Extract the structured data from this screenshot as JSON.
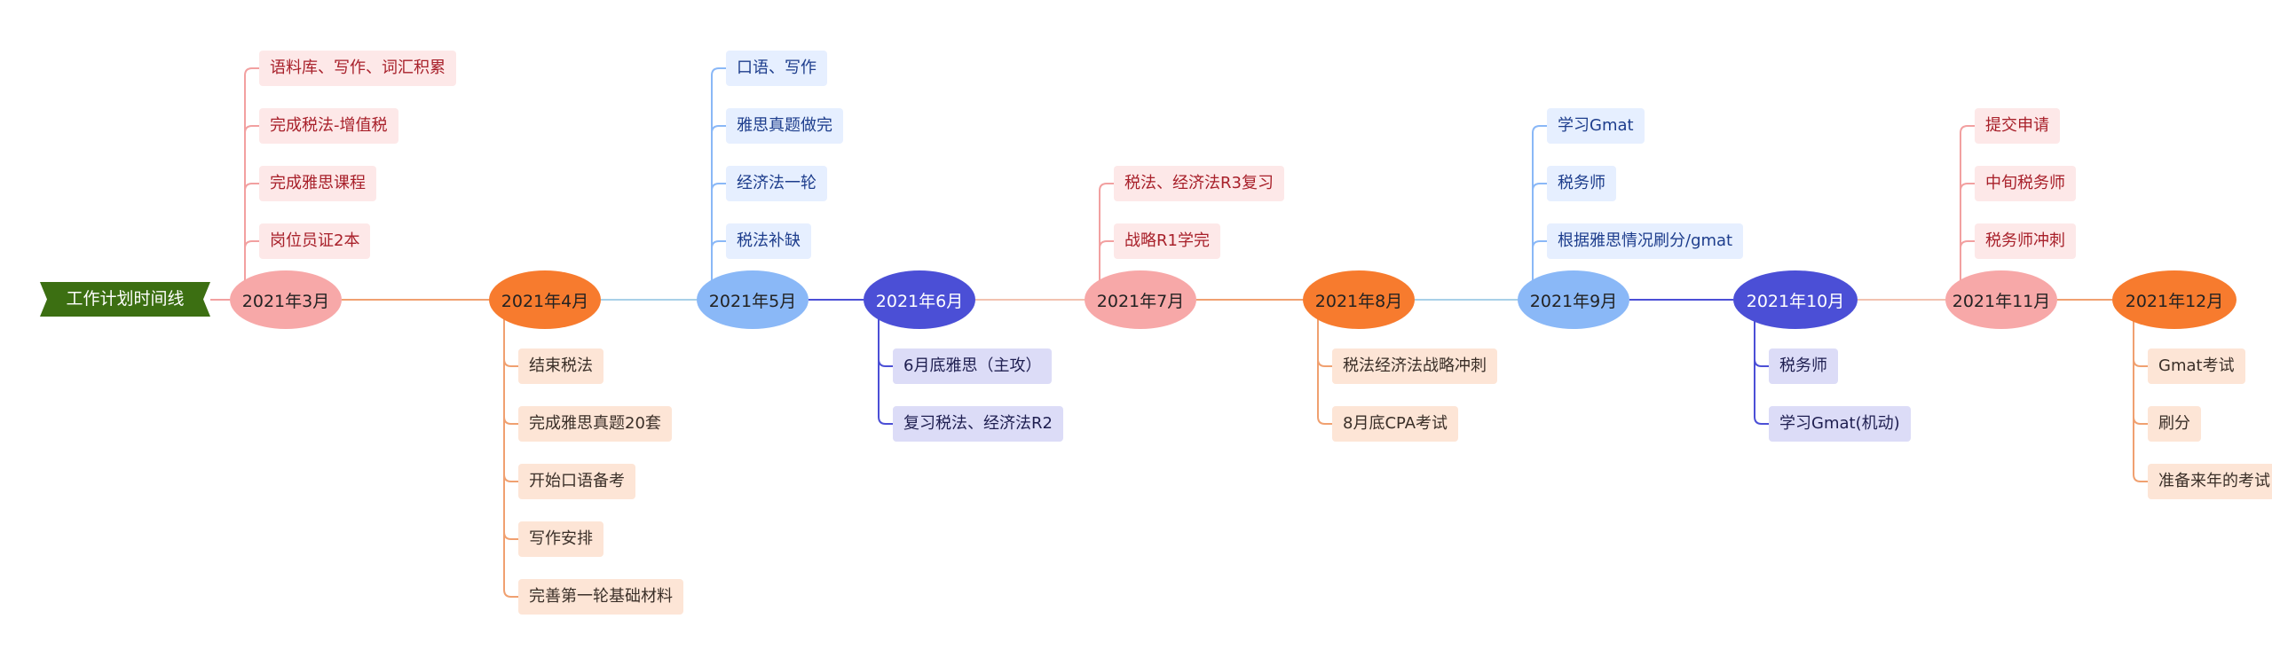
{
  "title": "工作计划时间线",
  "colors": {
    "title_bg": "#3c6f12",
    "pink": "#f7a8a8",
    "orange": "#f77b2e",
    "light_blue": "#8ab8f7",
    "indigo": "#4b4fd6"
  },
  "months": [
    {
      "label": "2021年3月",
      "color": "pink",
      "leaves_above": [
        "语料库、写作、词汇积累",
        "完成税法-增值税",
        "完成雅思课程",
        "岗位员证2本"
      ],
      "leaves_below": []
    },
    {
      "label": "2021年4月",
      "color": "orange",
      "leaves_above": [],
      "leaves_below": [
        "结束税法",
        "完成雅思真题20套",
        "开始口语备考",
        "写作安排",
        "完善第一轮基础材料"
      ]
    },
    {
      "label": "2021年5月",
      "color": "light_blue",
      "leaves_above": [
        "口语、写作",
        "雅思真题做完",
        "经济法一轮",
        "税法补缺"
      ],
      "leaves_below": []
    },
    {
      "label": "2021年6月",
      "color": "indigo",
      "leaves_above": [],
      "leaves_below": [
        "6月底雅思（主攻）",
        "复习税法、经济法R2"
      ]
    },
    {
      "label": "2021年7月",
      "color": "pink",
      "leaves_above": [
        "税法、经济法R3复习",
        "战略R1学完"
      ],
      "leaves_below": []
    },
    {
      "label": "2021年8月",
      "color": "orange",
      "leaves_above": [],
      "leaves_below": [
        "税法经济法战略冲刺",
        "8月底CPA考试"
      ]
    },
    {
      "label": "2021年9月",
      "color": "light_blue",
      "leaves_above": [
        "学习Gmat",
        "税务师",
        "根据雅思情况刷分/gmat"
      ],
      "leaves_below": []
    },
    {
      "label": "2021年10月",
      "color": "indigo",
      "leaves_above": [],
      "leaves_below": [
        "税务师",
        "学习Gmat(机动)"
      ]
    },
    {
      "label": "2021年11月",
      "color": "pink",
      "leaves_above": [
        "提交申请",
        "中旬税务师",
        "税务师冲刺"
      ],
      "leaves_below": []
    },
    {
      "label": "2021年12月",
      "color": "orange",
      "leaves_above": [],
      "leaves_below": [
        "Gmat考试",
        "刷分",
        "准备来年的考试"
      ]
    }
  ]
}
